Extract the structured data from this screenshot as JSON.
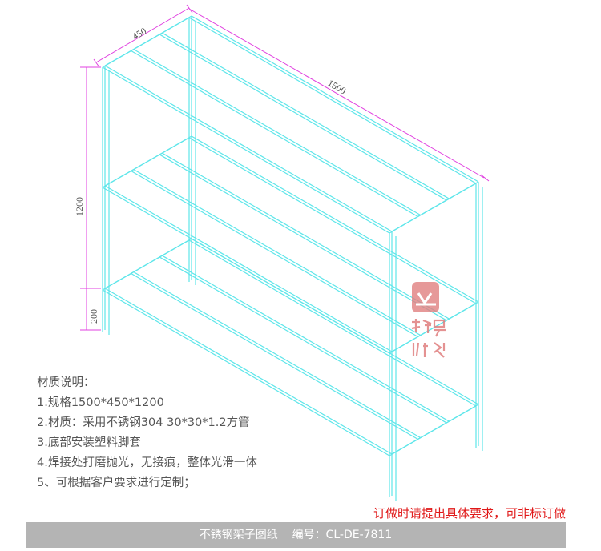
{
  "dimensions": {
    "depth": "450",
    "length": "1500",
    "height": "1200",
    "bottom_gap": "200"
  },
  "notes": {
    "heading": "材质说明：",
    "items": [
      "1.规格1500*450*1200",
      "2.材质：采用不锈钢304 30*30*1.2方管",
      "3.底部安装塑料脚套",
      "4.焊接处打磨抛光，无接痕，整体光滑一体",
      "5、可根据客户要求进行定制；"
    ]
  },
  "custom_order_notice": "订做时请提出具体要求，可非标订做",
  "footer": {
    "title": "不锈钢架子图纸",
    "code": "编号：CL-DE-7811"
  },
  "colors": {
    "frame": "#5ee6ea",
    "dimension": "#e040e0",
    "notice": "#e01818",
    "footer_bg": "#b4b4b4",
    "stamp": "#e08080"
  }
}
